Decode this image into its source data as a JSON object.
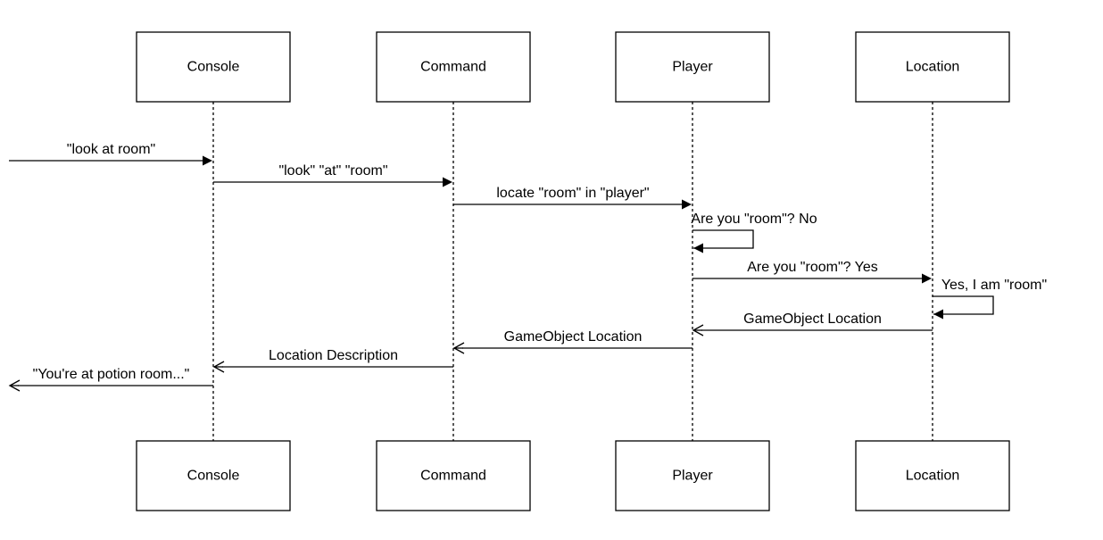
{
  "participants": [
    {
      "id": "console",
      "label": "Console"
    },
    {
      "id": "command",
      "label": "Command"
    },
    {
      "id": "player",
      "label": "Player"
    },
    {
      "id": "location",
      "label": "Location"
    }
  ],
  "messages": [
    {
      "id": "look-at-room",
      "from": "external-left",
      "to": "console",
      "label": "\"look at room\"",
      "kind": "sync"
    },
    {
      "id": "tokens",
      "from": "console",
      "to": "command",
      "label": "\"look\" \"at\" \"room\"",
      "kind": "sync"
    },
    {
      "id": "locate",
      "from": "command",
      "to": "player",
      "label": "locate \"room\" in \"player\"",
      "kind": "sync"
    },
    {
      "id": "are-you-no",
      "from": "player",
      "to": "player",
      "label": "Are you \"room\"? No",
      "kind": "self"
    },
    {
      "id": "are-you-yes",
      "from": "player",
      "to": "location",
      "label": "Are you \"room\"? Yes",
      "kind": "sync"
    },
    {
      "id": "yes-i-am",
      "from": "location",
      "to": "location",
      "label": "Yes, I am \"room\"",
      "kind": "self"
    },
    {
      "id": "gameobject-location-1",
      "from": "location",
      "to": "player",
      "label": "GameObject Location",
      "kind": "return"
    },
    {
      "id": "gameobject-location-2",
      "from": "player",
      "to": "command",
      "label": "GameObject Location",
      "kind": "return"
    },
    {
      "id": "location-description",
      "from": "command",
      "to": "console",
      "label": "Location Description",
      "kind": "return"
    },
    {
      "id": "potion-room",
      "from": "console",
      "to": "external-left",
      "label": "\"You're at potion room...\"",
      "kind": "return"
    }
  ],
  "colors": {
    "stroke": "#000000",
    "fill": "#ffffff",
    "text": "#000000"
  }
}
